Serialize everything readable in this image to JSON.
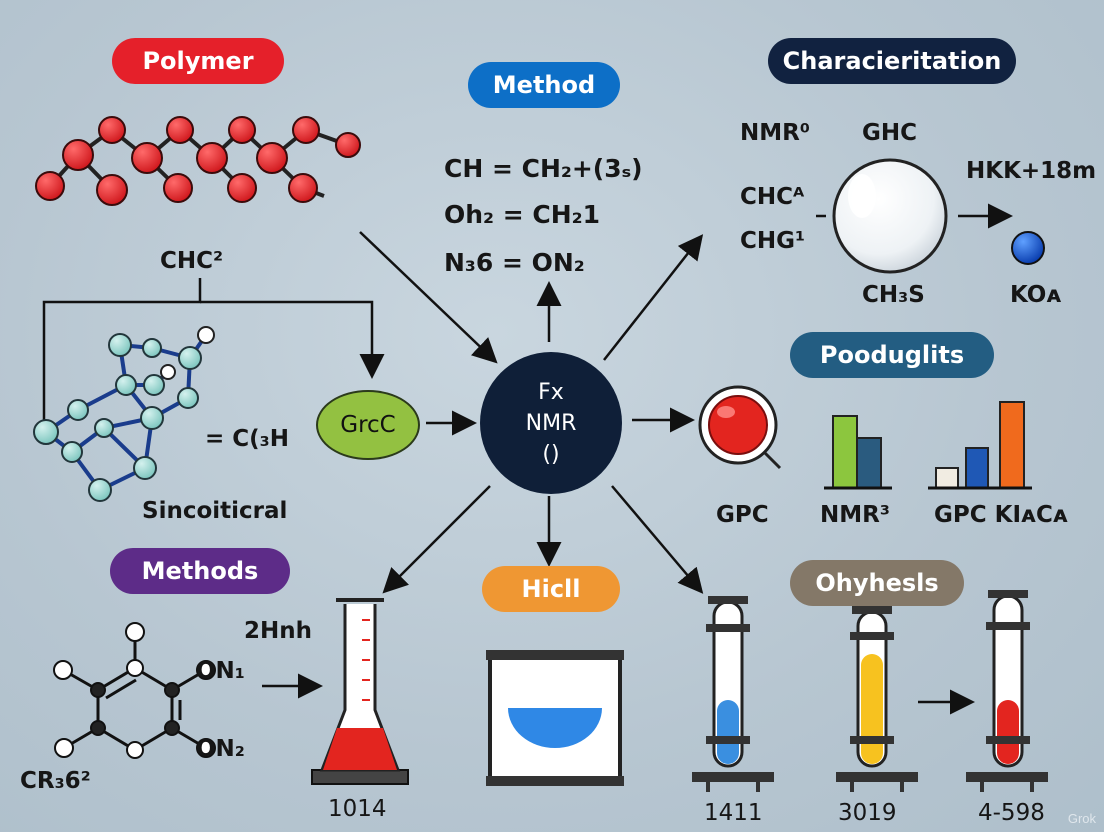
{
  "colors": {
    "polymer": "#e5202a",
    "method": "#0d6fc7",
    "characterization": "#112240",
    "products": "#235d82",
    "methods": "#5d2c88",
    "hicll": "#ef9733",
    "synthesis": "#847868",
    "hub": "#0f1f38",
    "grcc": "#93c141"
  },
  "pills": {
    "polymer": "Polymer",
    "method": "Method",
    "characterization": "Characieritation",
    "products": "Pooduglits",
    "methods": "Methods",
    "hicll": "Hicll",
    "synthesis": "Ohyhesls"
  },
  "hub": {
    "line1": "Fx",
    "line2": "NMR",
    "line3": "()"
  },
  "grcc": "GrcC",
  "equations": {
    "eq1": "CH  = CH₂+(3ₛ)",
    "eq2": "Oh₂ = CH₂1",
    "eq3": "N₃6 = ON₂"
  },
  "polymer": {
    "chc_label": "CHC²",
    "c3h_label": "= C(₃H",
    "caption": "Sincoiticral"
  },
  "characterization": {
    "nmr": "NMR⁰",
    "ghc": "GHC",
    "chc": "CHCᴬ",
    "chg": "CHG¹",
    "ch3s": "CH₃S",
    "hkk": "HKK+18m",
    "koa": "KOᴀ"
  },
  "products": {
    "gpc": "GPC",
    "nmr3": "NMR³",
    "gpc_kac": "GPC KIᴀCᴀ"
  },
  "methods": {
    "h2nh": "2Hnh",
    "n1": "ON₁",
    "n2": "ON₂",
    "cr": "CR₃6²"
  },
  "labels_bottom": {
    "flask": "1014",
    "tube1": "1411",
    "tube2": "3019",
    "tube3": "4-598"
  },
  "watermark": "Grok"
}
